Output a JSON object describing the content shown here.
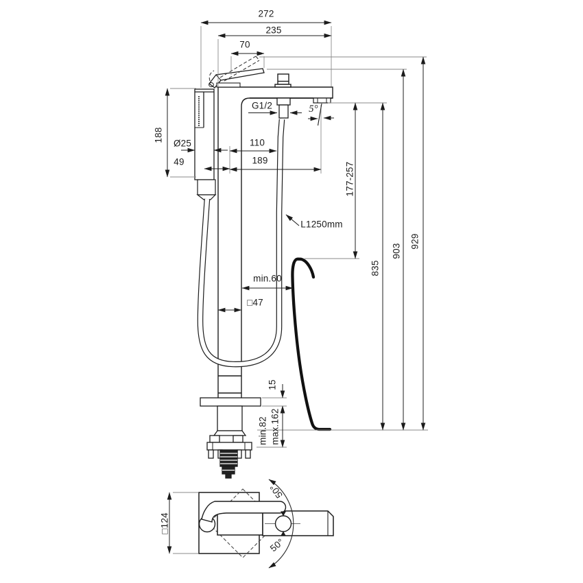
{
  "drawing": {
    "type": "technical-dimension-drawing",
    "subject": "freestanding floor-mounted bath shower mixer",
    "line_color": "#1c1c1c",
    "extension_line_color": "#8a8a8a",
    "background": "#ffffff"
  },
  "labels": {
    "overall_width": "272",
    "body_width": "235",
    "handle_length": "70",
    "handshower_length": "188",
    "handshower_diameter": "Ø25",
    "handshower_offset": "49",
    "thread_size": "G1/2",
    "spout_angle": "5°",
    "hose_offset": "110",
    "spout_reach": "189",
    "rim_distance": "177-257",
    "hose_length": "L1250mm",
    "tub_clearance": "min.60",
    "column_width": "□47",
    "spout_height": "835",
    "handle_height": "903",
    "overall_height": "929",
    "escutcheon_height": "15",
    "floor_depth_min": "min.82",
    "floor_depth_max": "max.162",
    "base_plate_width": "□124",
    "swivel_angle_upper": "50°",
    "swivel_angle_lower": "50°"
  }
}
